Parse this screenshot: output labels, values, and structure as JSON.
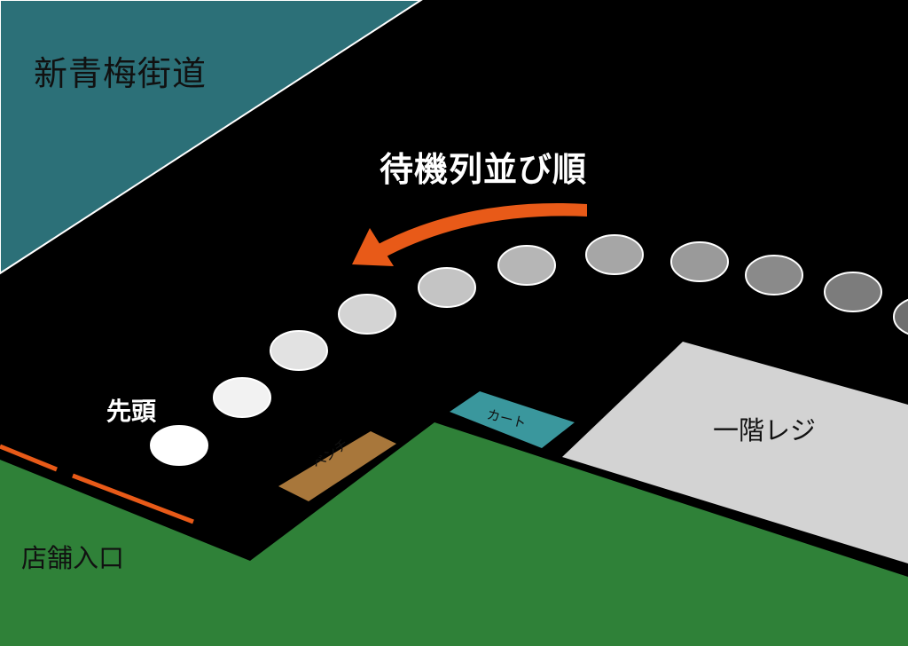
{
  "labels": {
    "road": "新青梅街道",
    "queue_order": "待機列並び順",
    "queue_head": "先頭",
    "store_entrance": "店舗入口",
    "register": "一階レジ",
    "cart": "カート",
    "bench": "ベンチ"
  },
  "queue": {
    "person_count": 11,
    "fill_colors": [
      "#ffffff",
      "#f2f2f2",
      "#e2e2e2",
      "#d4d4d4",
      "#c4c4c4",
      "#b6b6b6",
      "#a6a6a6",
      "#9a9a9a",
      "#8a8a8a",
      "#7c7c7c",
      "#6e6e6e"
    ]
  },
  "colors": {
    "background": "#000000",
    "road": "#2c7078",
    "store_floor": "#2f8138",
    "register_area": "#d3d3d3",
    "cart_area": "#3a979d",
    "bench": "#a8773b",
    "arrow": "#e85a18",
    "entrance_marker": "#e85a18",
    "outline": "#ffffff"
  }
}
